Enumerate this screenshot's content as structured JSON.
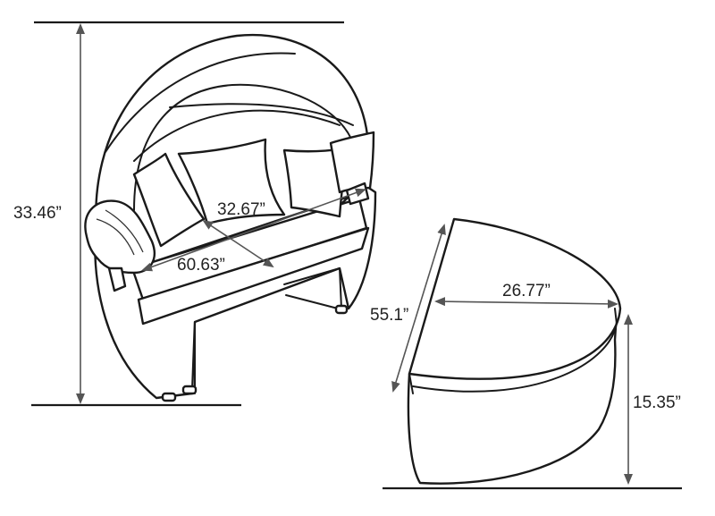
{
  "dimensions": {
    "daybed_height": "33.46”",
    "daybed_depth": "32.67”",
    "daybed_width": "60.63”",
    "ottoman_length": "55.1”",
    "ottoman_depth": "26.77”",
    "ottoman_height": "15.35”"
  },
  "colors": {
    "line": "#1a1a1a",
    "dimension": "#555555"
  }
}
